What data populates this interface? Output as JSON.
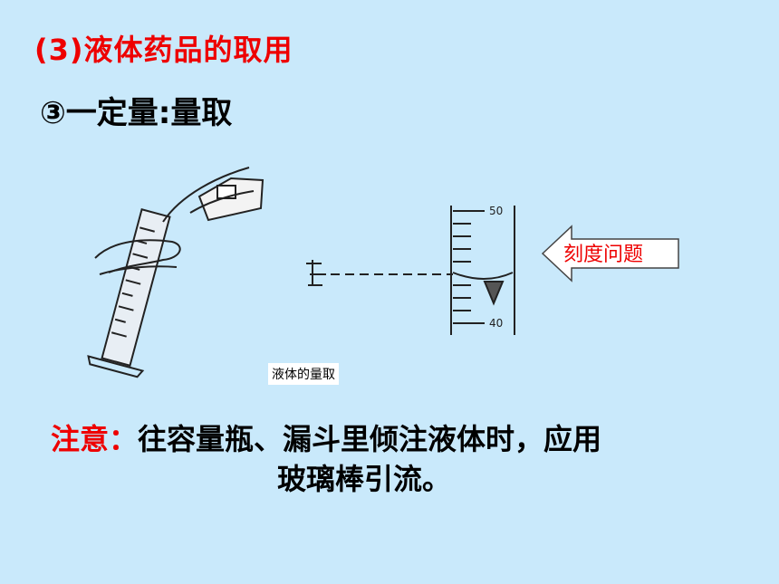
{
  "slide": {
    "title": "(3)液体药品的取用",
    "subtitle": "③一定量:量取",
    "figure_caption": "液体的量取",
    "callout_text": "刻度问题",
    "note": {
      "label": "注意：",
      "line1": "往容量瓶、漏斗里倾注液体时，应用",
      "line2": "玻璃棒引流。"
    },
    "scale_labels": [
      "50",
      "40"
    ],
    "colors": {
      "background": "#c9e9fb",
      "accent_red": "#ee0000",
      "text": "#000000"
    }
  }
}
